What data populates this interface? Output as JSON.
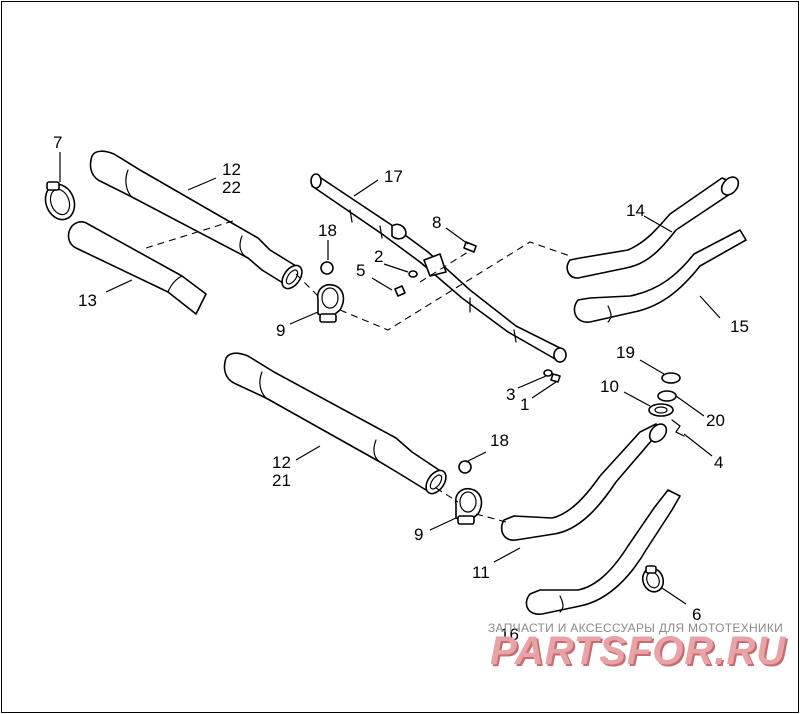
{
  "callouts": {
    "c1": "1",
    "c2": "2",
    "c3": "3",
    "c4": "4",
    "c5": "5",
    "c6": "6",
    "c7": "7",
    "c8": "8",
    "c9a": "9",
    "c9b": "9",
    "c10": "10",
    "c11": "11",
    "c12a": "12",
    "c22": "22",
    "c12b": "12",
    "c21": "21",
    "c13": "13",
    "c14": "14",
    "c15": "15",
    "c16": "16",
    "c17": "17",
    "c18a": "18",
    "c18b": "18",
    "c19": "19",
    "c20": "20"
  },
  "watermark": {
    "tagline": "ЗАПЧАСТИ И АКСЕССУАРЫ ДЛЯ МОТОТЕХНИКИ",
    "brand": "PARTSFOR.RU"
  },
  "colors": {
    "line": "#000000",
    "background": "#ffffff",
    "watermark_brand": "#e8a3a6",
    "watermark_text": "#8a8a8a"
  }
}
